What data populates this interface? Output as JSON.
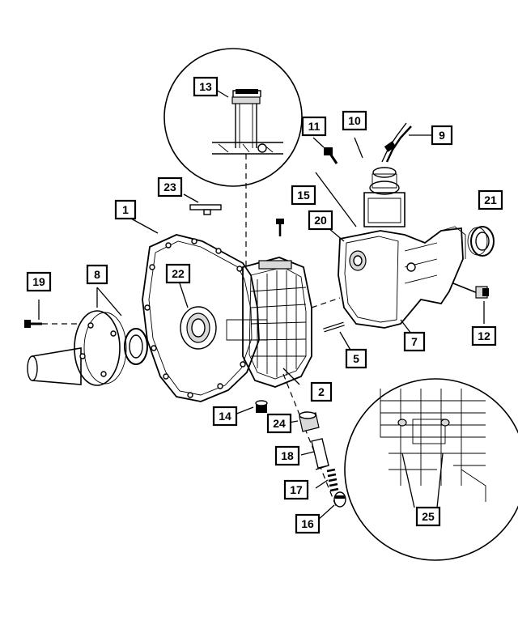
{
  "callouts": [
    {
      "id": "1",
      "label": "1"
    },
    {
      "id": "2",
      "label": "2"
    },
    {
      "id": "5",
      "label": "5"
    },
    {
      "id": "7",
      "label": "7"
    },
    {
      "id": "8",
      "label": "8"
    },
    {
      "id": "9",
      "label": "9"
    },
    {
      "id": "10",
      "label": "10"
    },
    {
      "id": "11",
      "label": "11"
    },
    {
      "id": "12",
      "label": "12"
    },
    {
      "id": "13",
      "label": "13"
    },
    {
      "id": "14",
      "label": "14"
    },
    {
      "id": "15",
      "label": "15"
    },
    {
      "id": "16",
      "label": "16"
    },
    {
      "id": "17",
      "label": "17"
    },
    {
      "id": "18",
      "label": "18"
    },
    {
      "id": "19",
      "label": "19"
    },
    {
      "id": "20",
      "label": "20"
    },
    {
      "id": "21",
      "label": "21"
    },
    {
      "id": "22",
      "label": "22"
    },
    {
      "id": "23",
      "label": "23"
    },
    {
      "id": "24",
      "label": "24"
    },
    {
      "id": "25",
      "label": "25"
    }
  ]
}
